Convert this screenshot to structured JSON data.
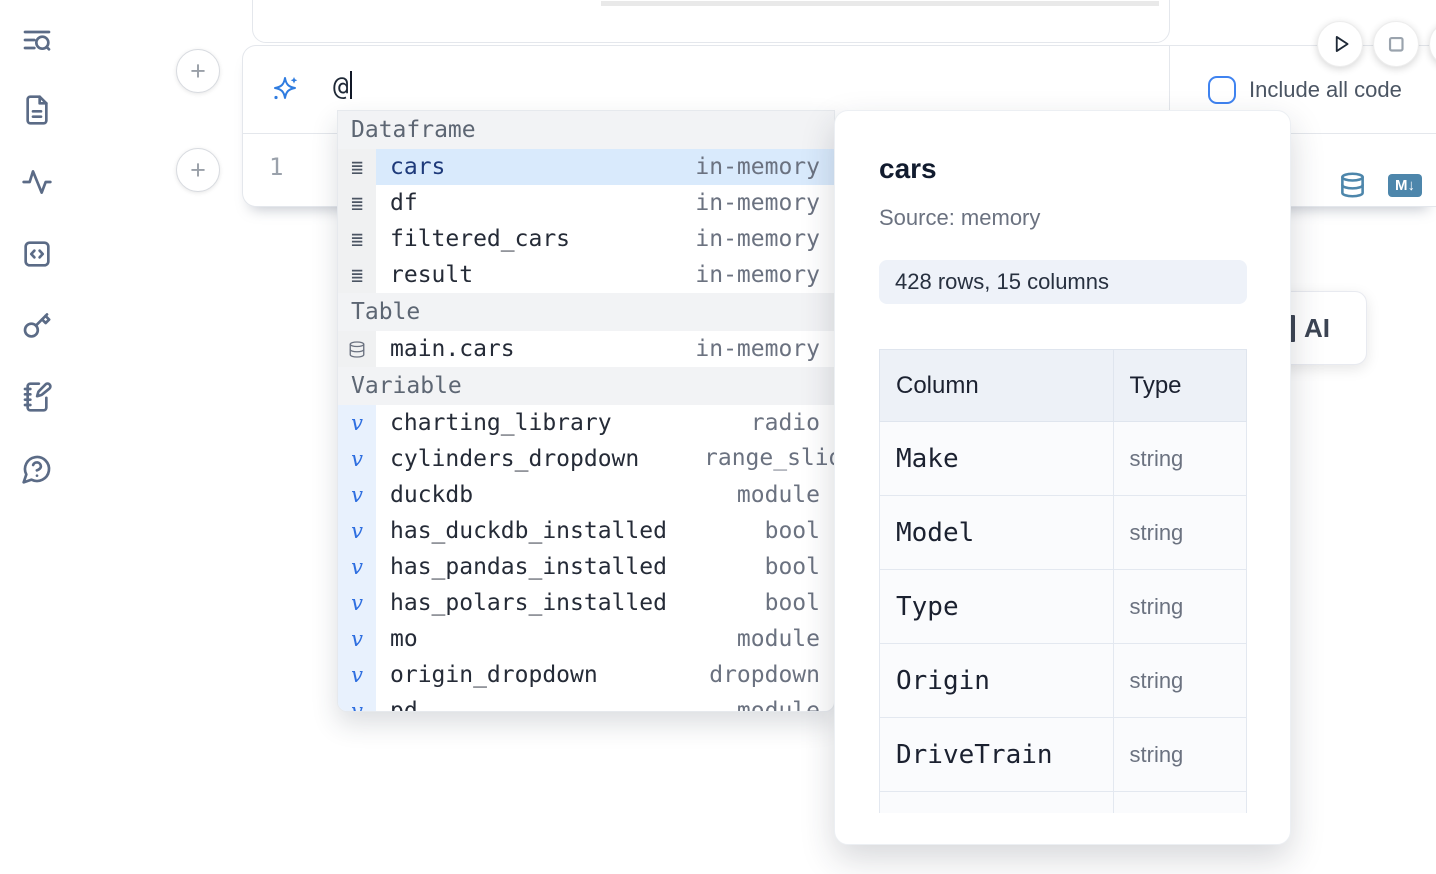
{
  "colors": {
    "accent_blue": "#3b82f6",
    "steel_blue": "#4d86ab",
    "selected_row_bg": "#d9eafc",
    "selected_text": "#1e3a7a",
    "muted_text": "#6b7280"
  },
  "sidebar": {
    "icons": [
      "list-search",
      "file-text",
      "activity",
      "code-square",
      "key",
      "notebook-pen",
      "help-chat"
    ]
  },
  "toolbar": {
    "run_icon": "play",
    "stop_icon": "stop"
  },
  "add_cell": {
    "label": "+"
  },
  "prompt": {
    "value": "@",
    "icon": "sparkles"
  },
  "include_all_code": {
    "label": "Include all code",
    "checked": false
  },
  "editor": {
    "line_number": "1",
    "markdown_badge": "M↓",
    "actions": [
      "database-icon",
      "markdown-icon"
    ]
  },
  "autocomplete": {
    "sections": [
      {
        "label": "Dataframe",
        "items": [
          {
            "name": "cars",
            "detail": "in-memory",
            "selected": true
          },
          {
            "name": "df",
            "detail": "in-memory"
          },
          {
            "name": "filtered_cars",
            "detail": "in-memory"
          },
          {
            "name": "result",
            "detail": "in-memory"
          }
        ]
      },
      {
        "label": "Table",
        "items": [
          {
            "name": "main.cars",
            "detail": "in-memory"
          }
        ]
      },
      {
        "label": "Variable",
        "items": [
          {
            "name": "charting_library",
            "detail": "radio"
          },
          {
            "name": "cylinders_dropdown",
            "detail": "range_slider"
          },
          {
            "name": "duckdb",
            "detail": "module"
          },
          {
            "name": "has_duckdb_installed",
            "detail": "bool"
          },
          {
            "name": "has_pandas_installed",
            "detail": "bool"
          },
          {
            "name": "has_polars_installed",
            "detail": "bool"
          },
          {
            "name": "mo",
            "detail": "module"
          },
          {
            "name": "origin_dropdown",
            "detail": "dropdown"
          },
          {
            "name": "pd",
            "detail": "module"
          }
        ]
      }
    ]
  },
  "ai_card": {
    "label": "AI"
  },
  "preview": {
    "title": "cars",
    "source": "Source: memory",
    "shape_badge": "428 rows, 15 columns",
    "table": {
      "headers": [
        "Column",
        "Type"
      ],
      "rows": [
        {
          "column": "Make",
          "type": "string"
        },
        {
          "column": "Model",
          "type": "string"
        },
        {
          "column": "Type",
          "type": "string"
        },
        {
          "column": "Origin",
          "type": "string"
        },
        {
          "column": "DriveTrain",
          "type": "string"
        },
        {
          "column": "",
          "type": ""
        }
      ]
    }
  }
}
